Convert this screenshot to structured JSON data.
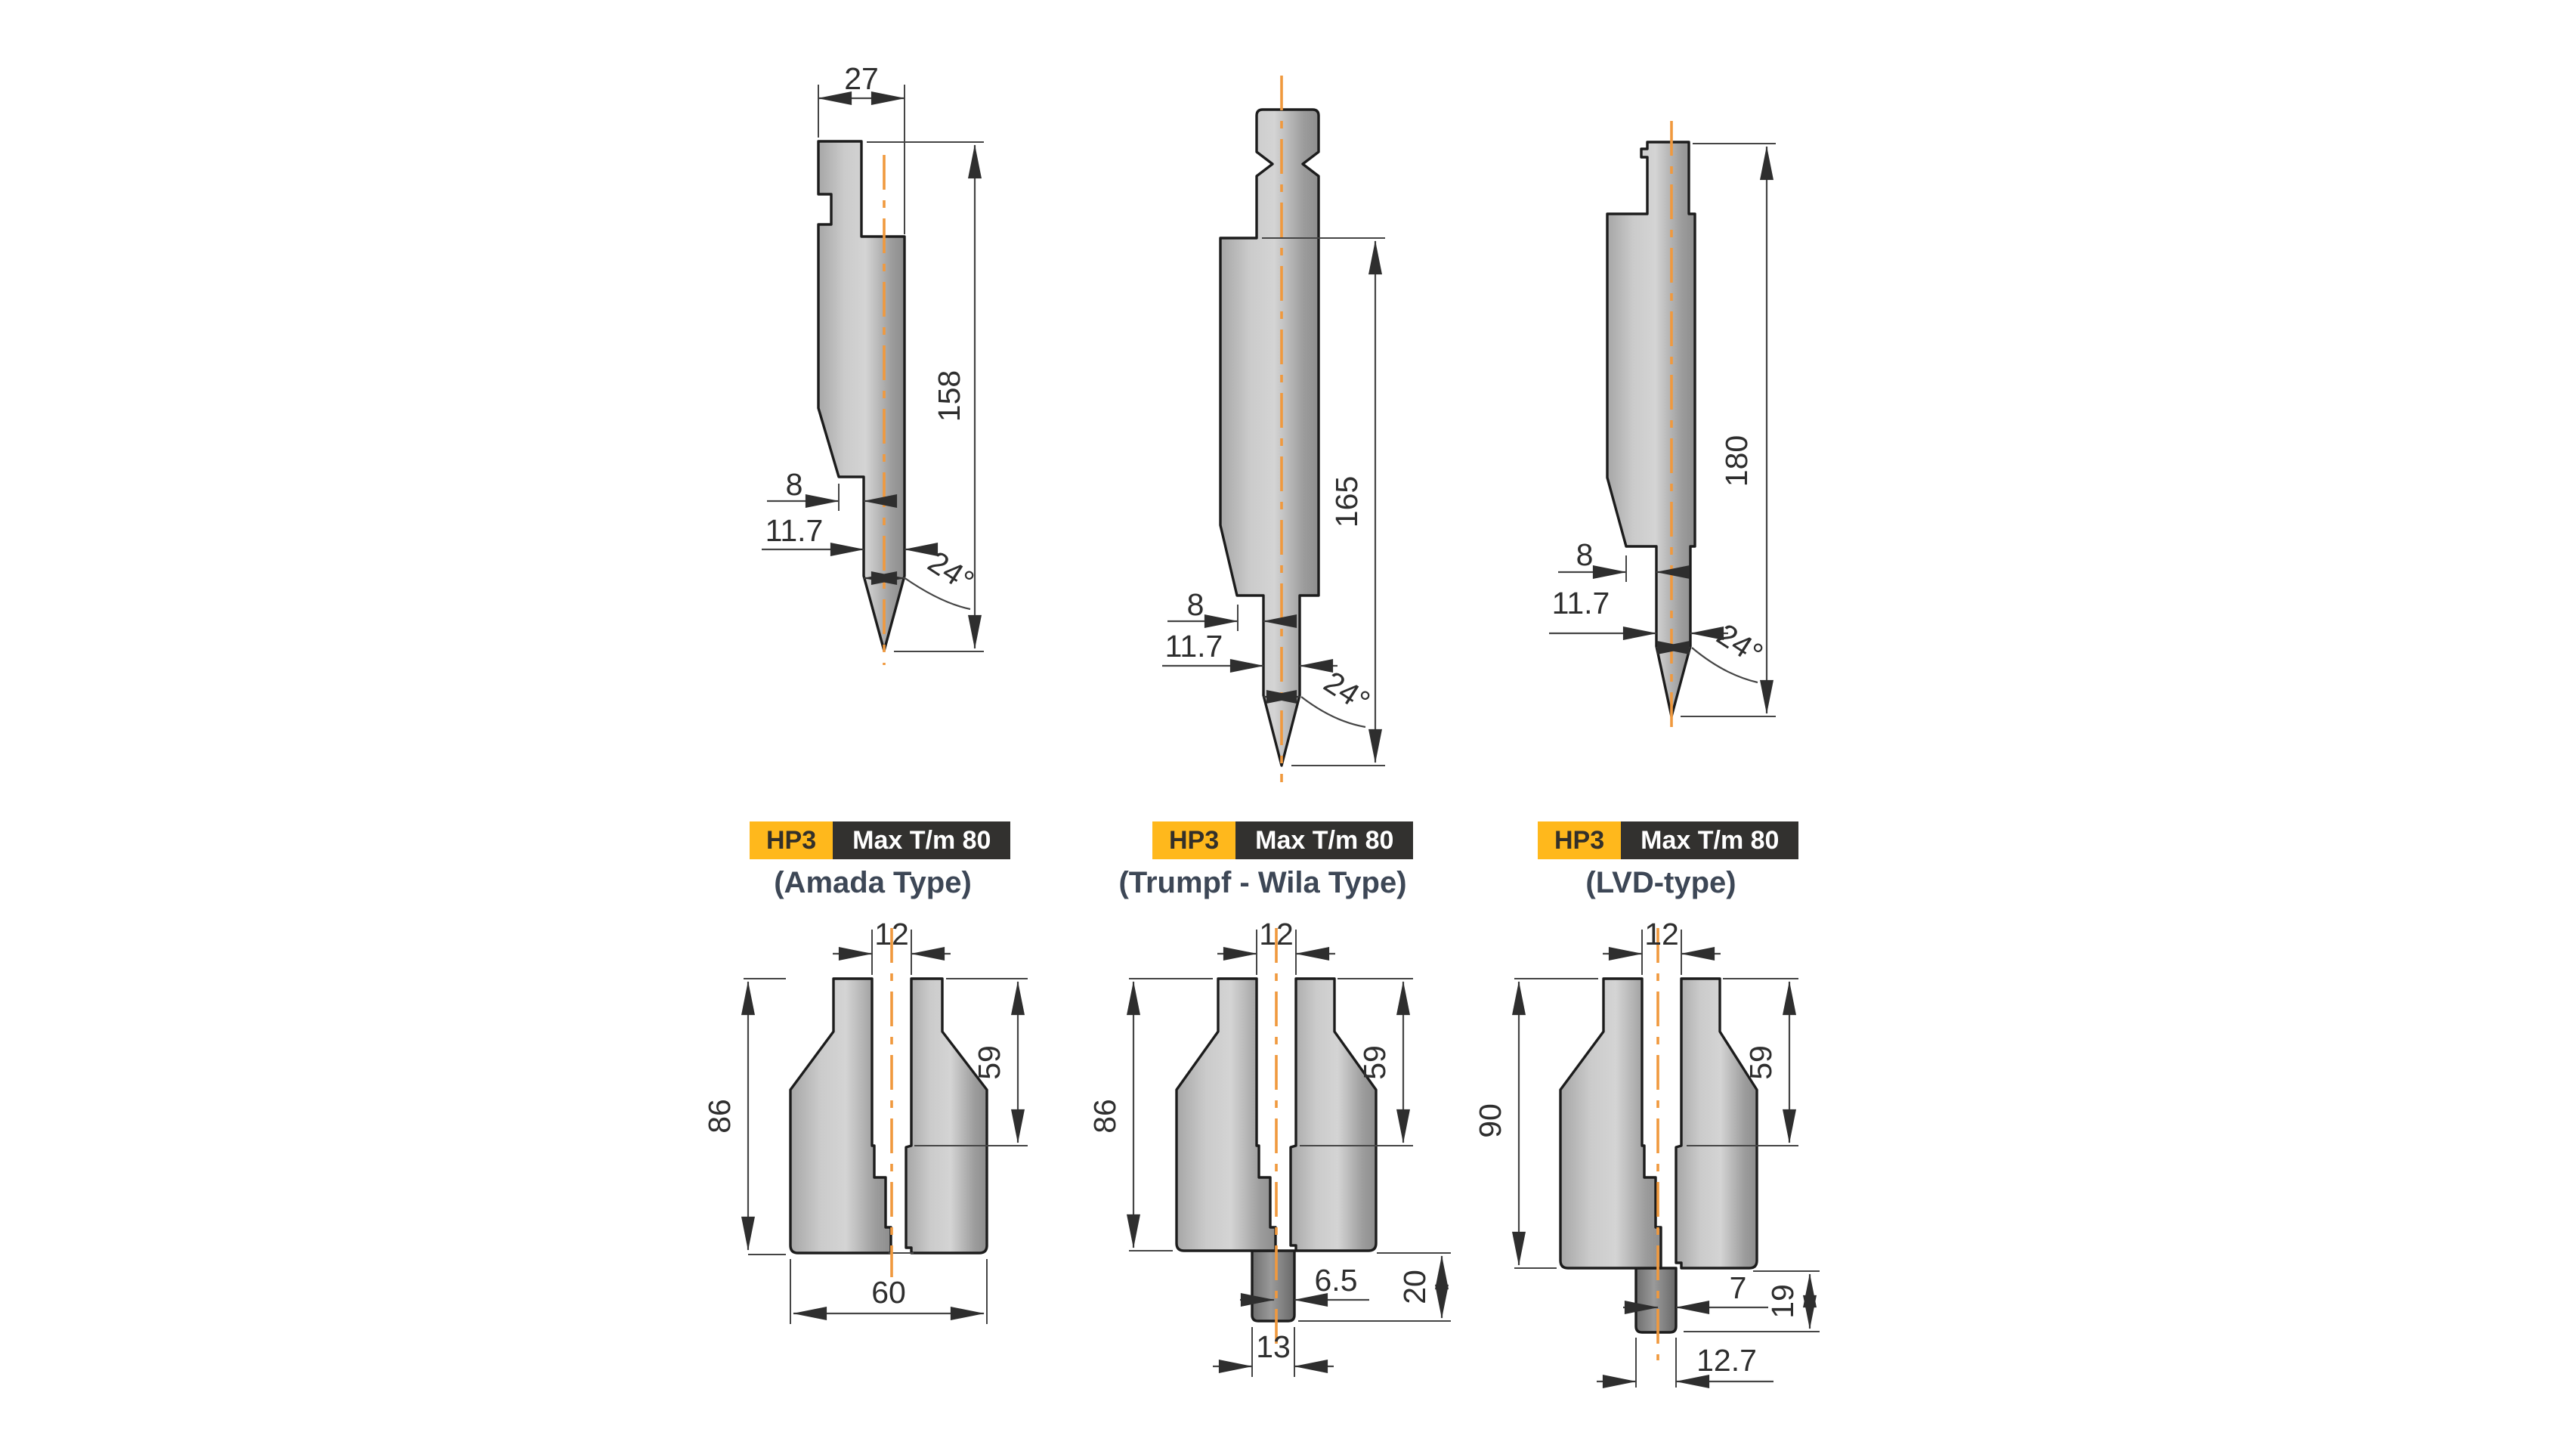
{
  "page": {
    "background": "#ffffff"
  },
  "colors": {
    "accent_orange": "#F0993E",
    "badge_yellow": "#FFB81C",
    "badge_dark": "#32312F",
    "outline": "#1c1c1c",
    "dimension_lines": "#454545",
    "label_text": "#3D4756"
  },
  "products": [
    {
      "series": "HP3",
      "capacity_label": "Max T/m 80",
      "type_name": "(Amada Type)",
      "punch_dims": {
        "top_width": "27",
        "height": "158",
        "shoulder_offset": "8",
        "blade_width": "11.7",
        "tip_angle": "24°"
      },
      "die_dims": {
        "slot_width": "12",
        "slot_depth": "59",
        "height": "86",
        "base_width": "60"
      }
    },
    {
      "series": "HP3",
      "capacity_label": "Max T/m 80",
      "type_name": "(Trumpf - Wila Type)",
      "punch_dims": {
        "height": "165",
        "shoulder_offset": "8",
        "blade_width": "11.7",
        "tip_angle": "24°"
      },
      "die_dims": {
        "slot_width": "12",
        "slot_depth": "59",
        "height": "86",
        "tang_half_width": "6.5",
        "tang_height": "20",
        "tang_width": "13"
      }
    },
    {
      "series": "HP3",
      "capacity_label": "Max T/m 80",
      "type_name": "(LVD-type)",
      "punch_dims": {
        "height": "180",
        "shoulder_offset": "8",
        "blade_width": "11.7",
        "tip_angle": "24°"
      },
      "die_dims": {
        "slot_width": "12",
        "slot_depth": "59",
        "height": "90",
        "tang_half_width": "7",
        "tang_height": "19",
        "tang_width": "12.7"
      }
    }
  ]
}
